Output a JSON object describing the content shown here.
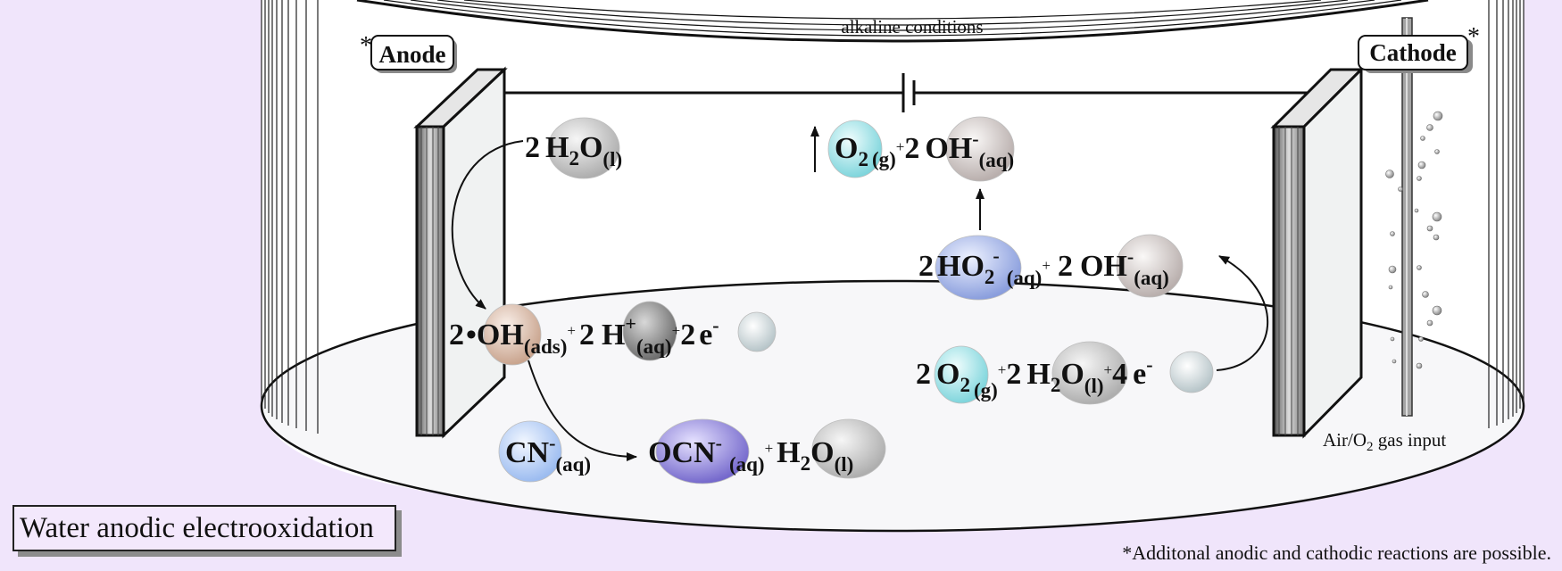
{
  "title": "Water anodic electrooxidation",
  "footnote": "*Additonal anodic and cathodic reactions are possible.",
  "conditions": "alkaline conditions",
  "gas_input": {
    "text": "Air/O",
    "sub": "2",
    "tail": " gas input"
  },
  "anode": {
    "label": "Anode",
    "star": "*"
  },
  "cathode": {
    "label": "Cathode",
    "star": "*"
  },
  "anode_reactions": {
    "water": {
      "coef": "2",
      "formula": "H",
      "sub": "2",
      "formula2": "O",
      "state": "(l)"
    },
    "products": {
      "oh_coef": "2",
      "dot": "•",
      "oh": "OH",
      "oh_state": "(ads)",
      "plus1": "+",
      "h_coef": "2",
      "h": "H",
      "h_sup": "+",
      "h_state": "(aq)",
      "plus2": "+",
      "e_coef": "2",
      "e": "e",
      "e_sup": "-"
    },
    "cyanide": {
      "cn": "CN",
      "cn_sup": "-",
      "cn_state": "(aq)",
      "ocn": "OCN",
      "ocn_sup": "-",
      "ocn_state": "(aq)",
      "plus": "+",
      "h2o": "H",
      "h2o_sub": "2",
      "h2o_tail": "O",
      "h2o_state": "(l)"
    }
  },
  "cathode_reactions": {
    "reactants": {
      "o2_coef": "2",
      "o2": "O",
      "o2_sub": "2",
      "o2_state": "(g)",
      "plus1": "+",
      "w_coef": "2",
      "w": "H",
      "w_sub": "2",
      "w_tail": "O",
      "w_state": "(l)",
      "plus2": "+",
      "e_coef": "4",
      "e": "e",
      "e_sup": "-"
    },
    "intermediate": {
      "ho2_coef": "2",
      "ho2": "HO",
      "ho2_sub": "2",
      "ho2_sup": "-",
      "ho2_state": "(aq)",
      "plus": "+",
      "oh_coef": "2",
      "oh": "OH",
      "oh_sup": "-",
      "oh_state": "(aq)"
    },
    "final": {
      "o2": "O",
      "o2_sub": "2",
      "o2_state": "(g)",
      "plus": "+",
      "oh_coef": "2",
      "oh": "OH",
      "oh_sup": "-",
      "oh_state": "(aq)"
    }
  },
  "colors": {
    "background": "#f0e5fb",
    "water": "#c4c4c4",
    "hydroxyl": "#dcc0b0",
    "proton": "#909090",
    "electron": "#d4dde0",
    "cyanide": "#bfd3f7",
    "cyanate": "#8f86dd",
    "oxygen": "#a8e6ea",
    "peroxide": "#a9b8e8",
    "hydroxide": "#d3cccc"
  }
}
